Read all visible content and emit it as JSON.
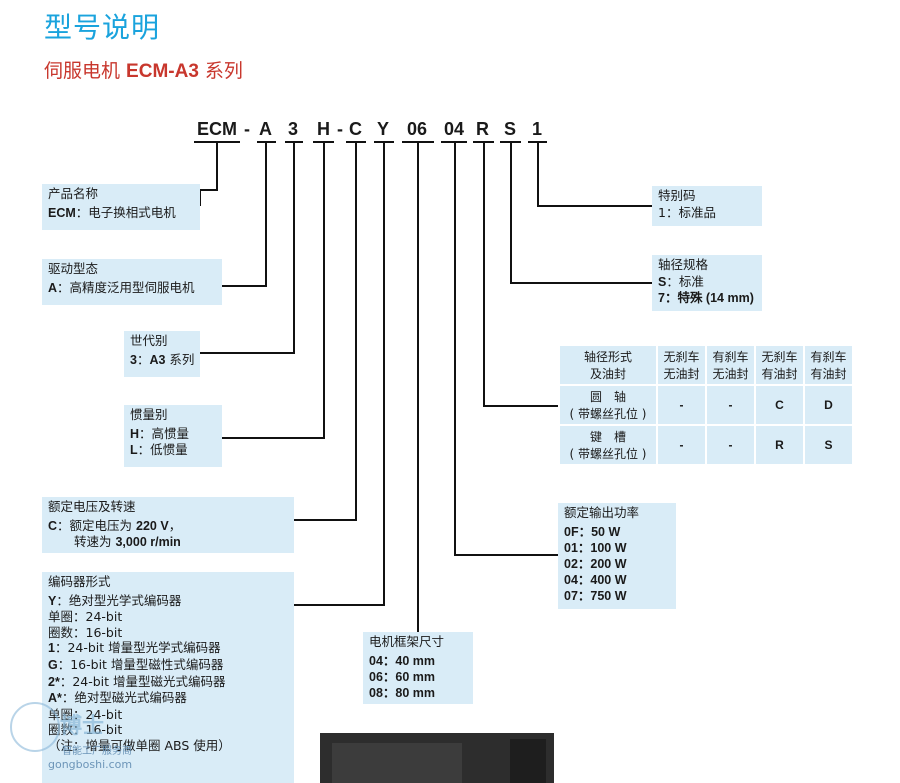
{
  "page": {
    "title": "型号说明",
    "subtitle_prefix": "伺服电机 ",
    "subtitle_model": "ECM-A3",
    "subtitle_suffix": " 系列"
  },
  "model_code": {
    "parts": [
      "ECM",
      "-",
      "A",
      "3",
      "H",
      "-",
      "C",
      "Y",
      "06",
      "04",
      "R",
      "S",
      "1"
    ]
  },
  "product_name": {
    "header": "产品名称",
    "key": "ECM",
    "value": "：电子换相式电机"
  },
  "drive_type": {
    "header": "驱动型态",
    "key": "A",
    "value": "：高精度泛用型伺服电机"
  },
  "series": {
    "header": "世代别",
    "key": "3",
    "value_colon": "：",
    "value_model": "A3",
    "value_tail": " 系列"
  },
  "inertia": {
    "header": "惯量别",
    "items": [
      {
        "key": "H",
        "value": "：高惯量"
      },
      {
        "key": "L",
        "value": "：低惯量"
      }
    ]
  },
  "voltage": {
    "header": "额定电压及转速",
    "key": "C",
    "line1_text": "：额定电压为 ",
    "line1_value": "220 V",
    "line1_tail": "，",
    "line2_text": "转速为 ",
    "line2_value": "3,000 r/min"
  },
  "encoder": {
    "header": "编码器形式",
    "lines": [
      {
        "key": "Y",
        "text": "：绝对型光学式编码器"
      },
      {
        "key": "",
        "text": "单圈：24-bit"
      },
      {
        "key": "",
        "text": "圈数：16-bit"
      },
      {
        "key": "1",
        "text": "：24-bit  增量型光学式编码器"
      },
      {
        "key": "G",
        "text": "：16-bit  增量型磁性式编码器"
      },
      {
        "key": "2*",
        "text": "：24-bit  增量型磁光式编码器"
      },
      {
        "key": "A*",
        "text": "：绝对型磁光式编码器"
      },
      {
        "key": "",
        "text": "单圈：24-bit"
      },
      {
        "key": "",
        "text": "圈数：16-bit"
      },
      {
        "key": "",
        "text": "（注：增量可做单圈 ABS 使用）"
      }
    ]
  },
  "frame_size": {
    "header": "电机框架尺寸",
    "items": [
      "04：40 mm",
      "06：60 mm",
      "08：80 mm"
    ]
  },
  "rated_power": {
    "header": "额定输出功率",
    "items": [
      "0F：50 W",
      "01：100 W",
      "02：200 W",
      "04：400 W",
      "07：750 W"
    ]
  },
  "special_code": {
    "header": "特别码",
    "item": "1：标准品"
  },
  "shaft_spec": {
    "header": "轴径规格",
    "items": [
      {
        "key": "S",
        "value": "：标准"
      },
      {
        "key": "7",
        "value": "：特殊 (14 mm)"
      }
    ]
  },
  "shaft_table": {
    "corner_line1": "轴径形式",
    "corner_line2": "及油封",
    "columns": [
      {
        "line1": "无刹车",
        "line2": "无油封"
      },
      {
        "line1": "有刹车",
        "line2": "无油封"
      },
      {
        "line1": "无刹车",
        "line2": "有油封"
      },
      {
        "line1": "有刹车",
        "line2": "有油封"
      }
    ],
    "rows": [
      {
        "label1": "圆　轴",
        "label2": "( 带螺丝孔位 )",
        "cells": [
          "-",
          "-",
          "C",
          "D"
        ]
      },
      {
        "label1": "键　槽",
        "label2": "( 带螺丝孔位 )",
        "cells": [
          "-",
          "-",
          "R",
          "S"
        ]
      }
    ]
  },
  "watermark": {
    "brand": "博士",
    "line1": "智能工厂服务商",
    "line2": "gongboshi.com"
  },
  "colors": {
    "title": "#1aa3dd",
    "subtitle": "#c8372d",
    "box_bg": "#d9ecf7",
    "line": "#111111"
  }
}
